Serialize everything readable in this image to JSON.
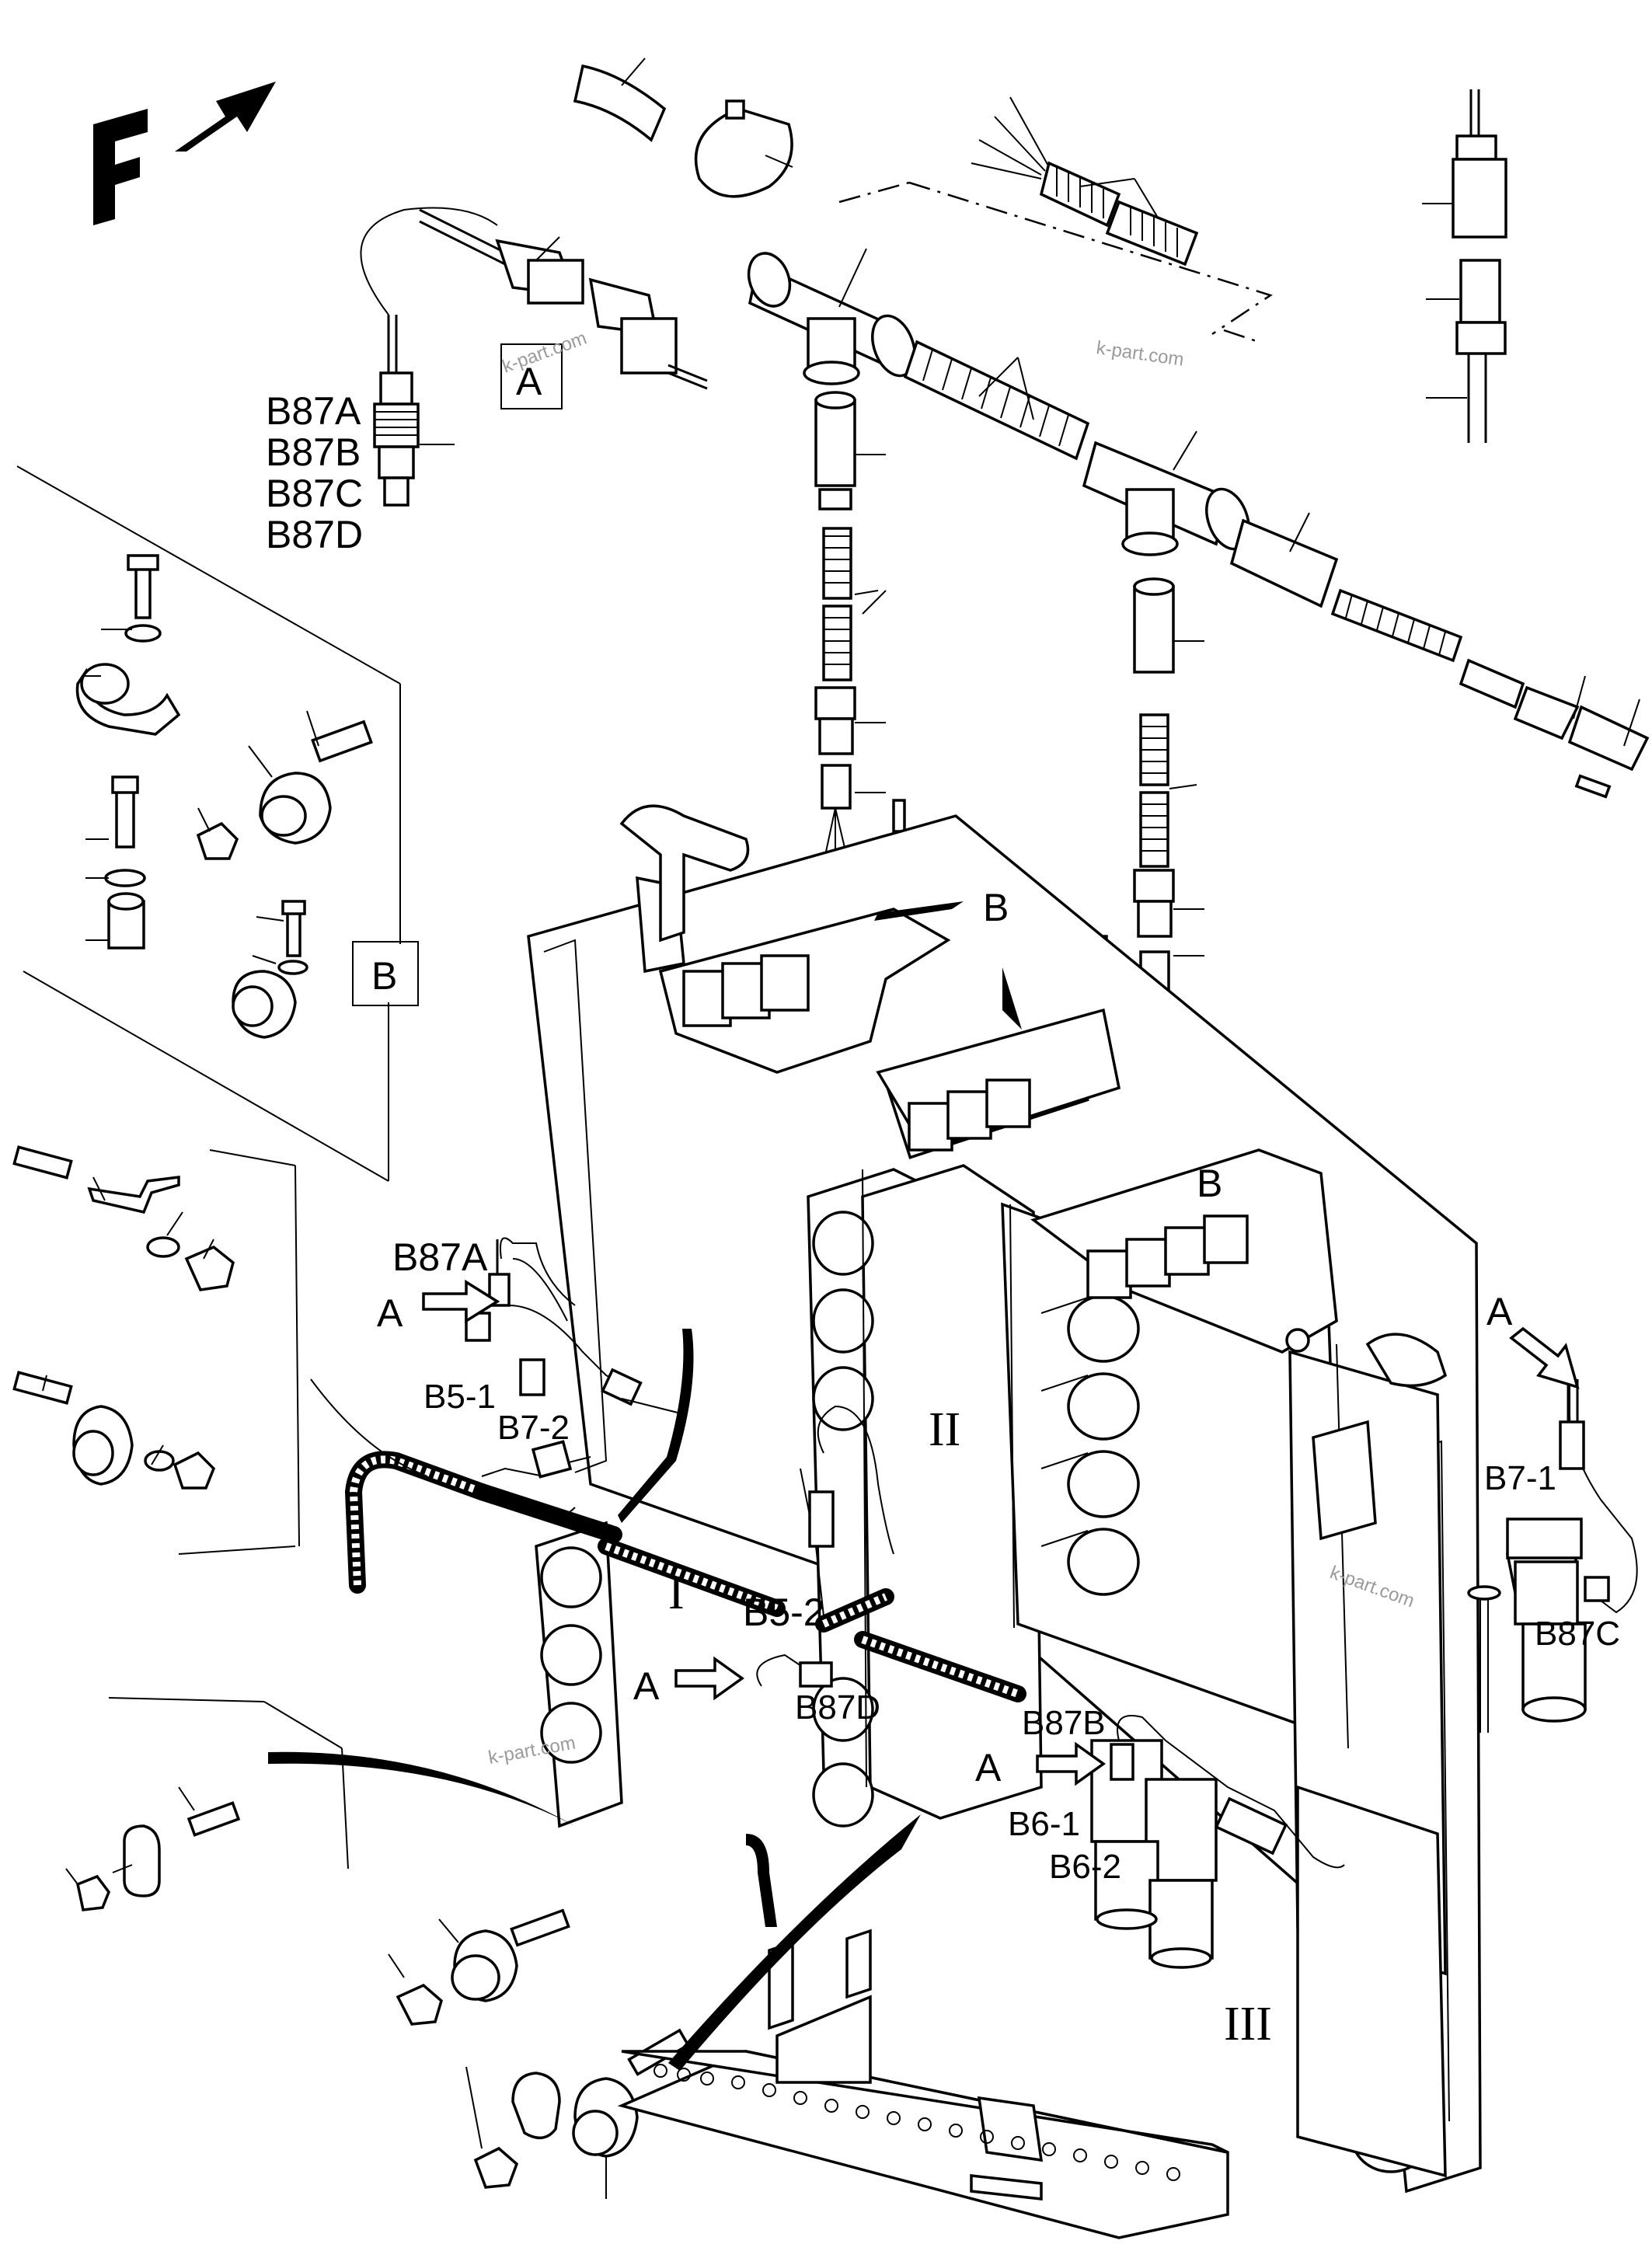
{
  "labels": {
    "F": "F",
    "A_box": "A",
    "B_box": "B",
    "B_arrow_top": "B",
    "B_right": "B",
    "sensors": [
      "B87A",
      "B87B",
      "B87C",
      "B87D"
    ],
    "B87A": "B87A",
    "A_left": "A",
    "B5_1": "B5-1",
    "B7_2": "B7-2",
    "B5_2": "B5-2",
    "A_mid": "A",
    "B87D": "B87D",
    "B87B": "B87B",
    "A_lower": "A",
    "B6_1": "B6-1",
    "B6_2": "B6-2",
    "A_right": "A",
    "B7_1": "B7-1",
    "B87C": "B87C",
    "sec_I": "I",
    "sec_II": "II",
    "sec_III": "III"
  },
  "watermarks": [
    "k-part.com",
    "k-part.com",
    "k-part.com",
    "k-part.com"
  ]
}
